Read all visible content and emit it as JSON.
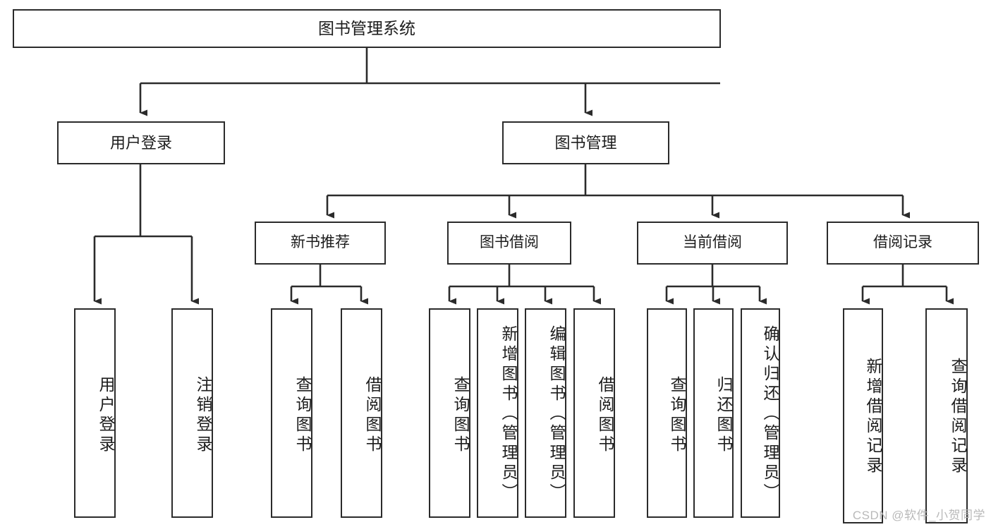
{
  "diagram": {
    "title": "图书管理系统",
    "type": "tree-hierarchy-chart",
    "root": {
      "label": "图书管理系统"
    },
    "level2": [
      {
        "label": "用户登录"
      },
      {
        "label": "图书管理"
      }
    ],
    "level3": [
      {
        "label": "新书推荐"
      },
      {
        "label": "图书借阅"
      },
      {
        "label": "当前借阅"
      },
      {
        "label": "借阅记录"
      }
    ],
    "leaves": {
      "user_login": [
        {
          "label": "用户登录"
        },
        {
          "label": "注销登录"
        }
      ],
      "new_book_recommend": [
        {
          "label": "查询图书"
        },
        {
          "label": "借阅图书"
        }
      ],
      "book_borrow": [
        {
          "label": "查询图书"
        },
        {
          "label": "新增图书（管理员）"
        },
        {
          "label": "编辑图书（管理员）"
        },
        {
          "label": "借阅图书"
        }
      ],
      "current_borrow": [
        {
          "label": "查询图书"
        },
        {
          "label": "归还图书"
        },
        {
          "label": "确认归还（管理员）"
        }
      ],
      "borrow_record": [
        {
          "label": "新增借阅记录"
        },
        {
          "label": "查询借阅记录"
        }
      ]
    }
  },
  "watermark": {
    "text": "CSDN @软件_小贺同学"
  },
  "colors": {
    "stroke": "#2b2b2b",
    "background": "#ffffff",
    "text": "#1d1d1d",
    "watermark": "#b9b9b9"
  }
}
